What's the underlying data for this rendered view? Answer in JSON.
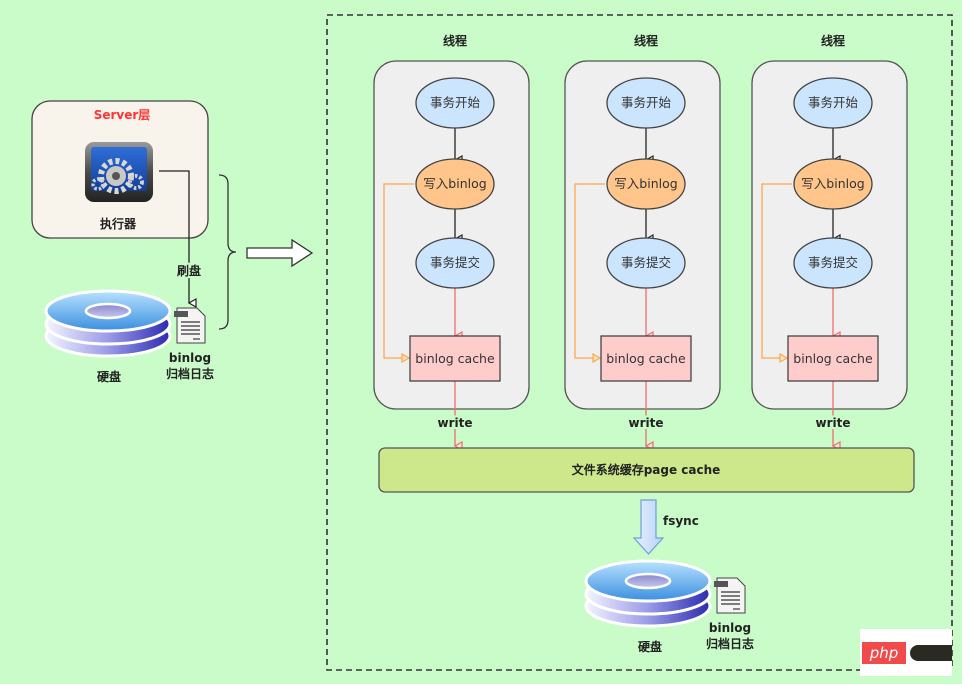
{
  "left": {
    "server_layer_title": "Server层",
    "executor_label": "执行器",
    "flush_label": "刷盘",
    "disk_label": "硬盘",
    "binlog_file_label_line1": "binlog",
    "binlog_file_label_line2": "归档日志",
    "icon": "gear-settings-icon"
  },
  "threads": [
    {
      "title": "线程",
      "start": "事务开始",
      "write_binlog": "写入binlog",
      "commit": "事务提交",
      "cache": "binlog cache",
      "write": "write"
    },
    {
      "title": "线程",
      "start": "事务开始",
      "write_binlog": "写入binlog",
      "commit": "事务提交",
      "cache": "binlog cache",
      "write": "write"
    },
    {
      "title": "线程",
      "start": "事务开始",
      "write_binlog": "写入binlog",
      "commit": "事务提交",
      "cache": "binlog cache",
      "write": "write"
    }
  ],
  "page_cache_label": "文件系统缓存page cache",
  "fsync_label": "fsync",
  "bottom": {
    "disk_label": "硬盘",
    "binlog_file_label_line1": "binlog",
    "binlog_file_label_line2": "归档日志"
  },
  "watermark": {
    "text": "php"
  },
  "colors": {
    "background": "#c9fcc9",
    "server_box": "#f8f4ec",
    "thread_box": "#efefef",
    "ellipse_blue": "#cce5ff",
    "ellipse_orange": "#ffc58a",
    "cache_box": "#ffcccc",
    "page_cache": "#cde88a",
    "write_arrow": "#f26c6c",
    "orange_line": "#ffa64d",
    "server_title": "#ff3333"
  }
}
